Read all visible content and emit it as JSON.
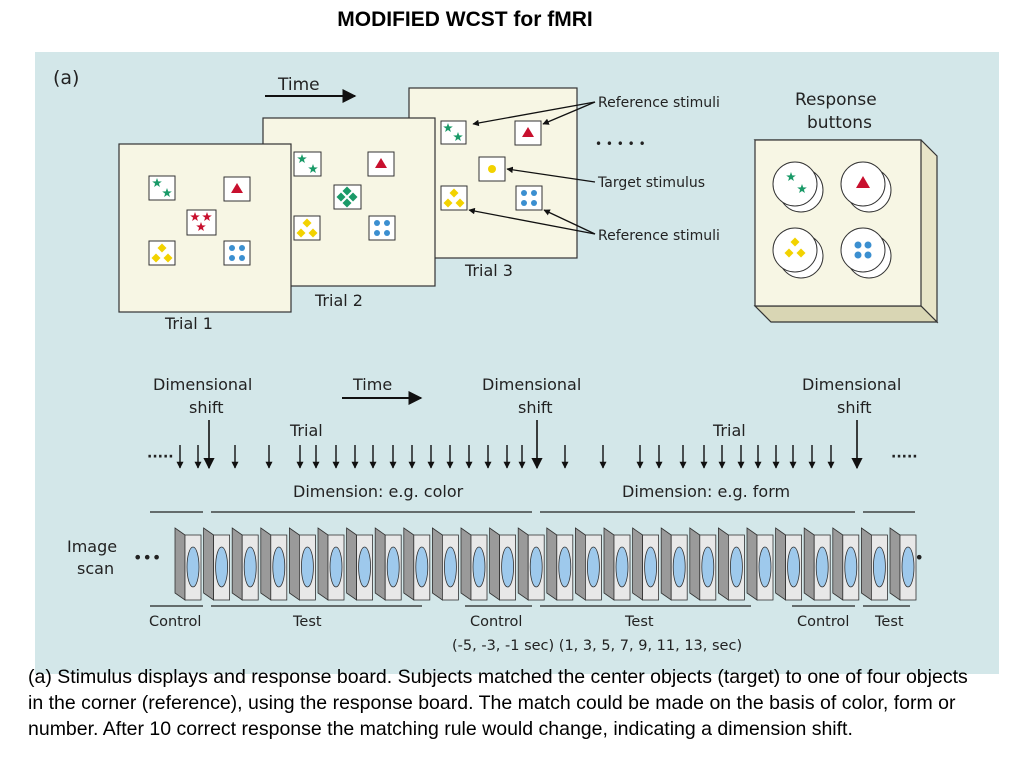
{
  "title": "MODIFIED WCST for fMRI",
  "panel_label": "(a)",
  "top": {
    "time_label": "Time",
    "trials": [
      "Trial 1",
      "Trial 2",
      "Trial 3"
    ],
    "annotations": {
      "reference_top": "Reference stimuli",
      "target": "Target stimulus",
      "reference_bottom": "Reference stimuli"
    },
    "ellipsis": "• • • • •",
    "response_title_line1": "Response",
    "response_title_line2": "buttons"
  },
  "timeline": {
    "shift_line1": "Dimensional",
    "shift_line2": "shift",
    "time_label": "Time",
    "trial_label": "Trial",
    "dimension_color": "Dimension: e.g. color",
    "dimension_form": "Dimension: e.g. form",
    "left_dots": "·····",
    "right_dots": "·····"
  },
  "scan": {
    "label_line1": "Image",
    "label_line2": "scan",
    "dots_left": "•••",
    "dots_right": "••",
    "frame_count": 26
  },
  "phases": {
    "control_1": "Control",
    "test_1": "Test",
    "control_2": "Control",
    "test_2": "Test",
    "control_3": "Control",
    "test_3": "Test",
    "timing": "(-5, -3, -1 sec) (1, 3, 5, 7, 9, 11, 13, sec)"
  },
  "caption": "(a) Stimulus displays and response board. Subjects matched the center objects (target) to one of four objects in the corner (reference), using the response board. The match could be made on the basis of color, form or number. After 10 correct response the matching rule would change, indicating a dimension shift.",
  "colors": {
    "panel_bg": "#d3e7e9",
    "card_bg": "#f7f6e4",
    "green": "#1a9a68",
    "red": "#c8102e",
    "yellow": "#f2d200",
    "blue": "#3b8fd0"
  }
}
